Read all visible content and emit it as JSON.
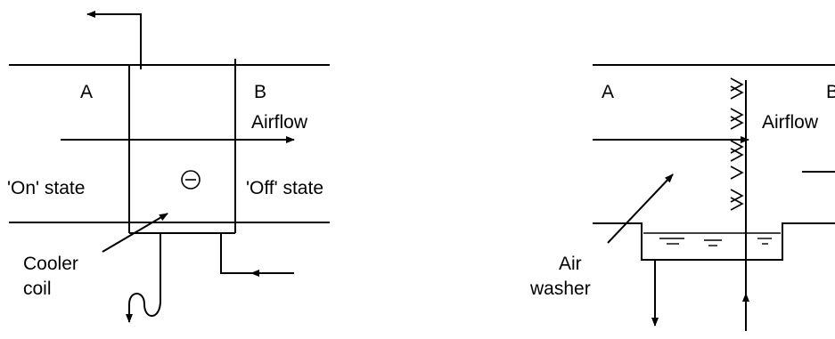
{
  "left_diagram": {
    "label_a": "A",
    "label_b": "B",
    "airflow": "Airflow",
    "on_state": "'On' state",
    "off_state": "'Off' state",
    "coil_symbol": "minus-in-circle",
    "coil_label_line1": "Cooler",
    "coil_label_line2": "coil"
  },
  "right_diagram": {
    "label_a": "A",
    "label_b": "B",
    "airflow": "Airflow",
    "washer_label_line1": "Air",
    "washer_label_line2": "washer"
  }
}
